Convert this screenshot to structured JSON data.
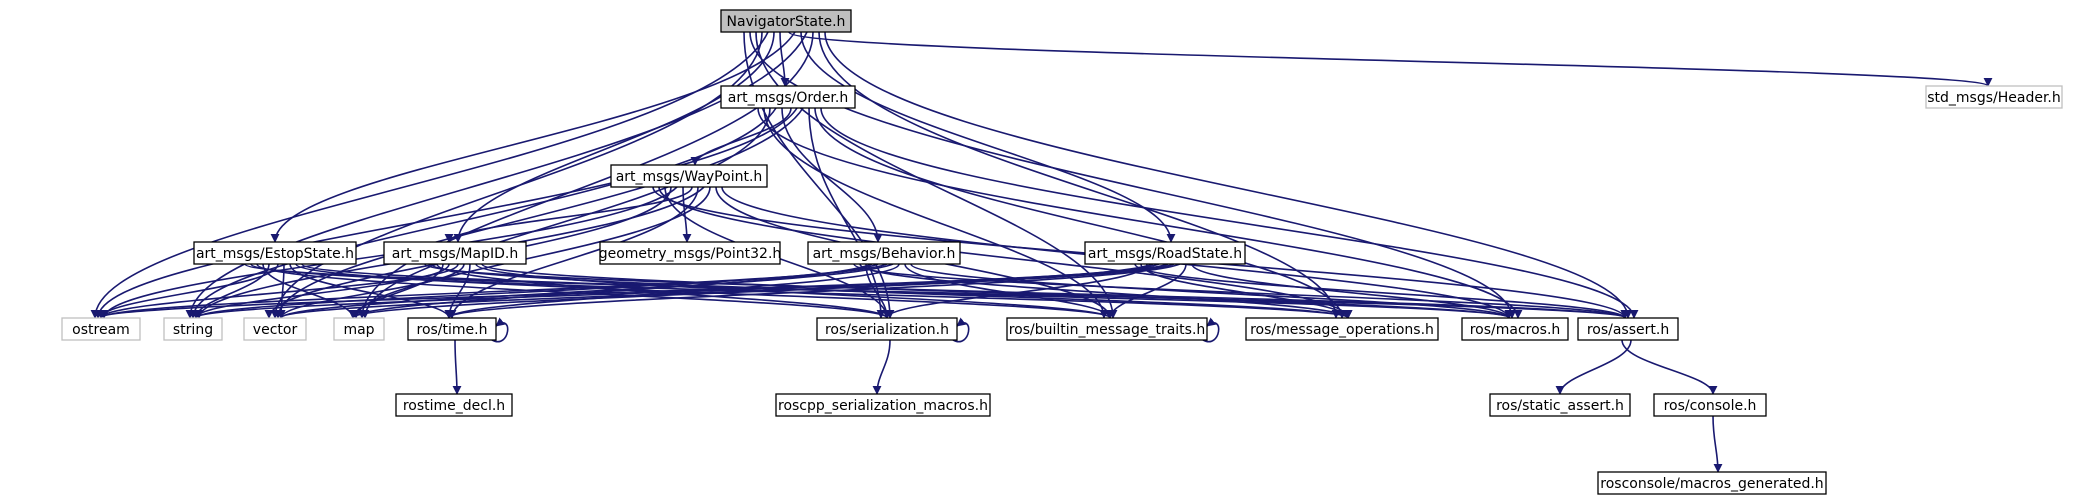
{
  "colors": {
    "edge": "#191970",
    "node_border": "#000000",
    "external_border": "#bfbfbf",
    "root_fill": "#bfbfbf",
    "node_fill": "#ffffff"
  },
  "nodes": [
    {
      "id": "navigatorstate",
      "label": "NavigatorState.h",
      "kind": "root"
    },
    {
      "id": "std_header",
      "label": "std_msgs/Header.h",
      "kind": "external"
    },
    {
      "id": "order",
      "label": "art_msgs/Order.h",
      "kind": "local"
    },
    {
      "id": "waypoint",
      "label": "art_msgs/WayPoint.h",
      "kind": "local"
    },
    {
      "id": "estopstate",
      "label": "art_msgs/EstopState.h",
      "kind": "local"
    },
    {
      "id": "mapid",
      "label": "art_msgs/MapID.h",
      "kind": "local"
    },
    {
      "id": "point32",
      "label": "geometry_msgs/Point32.h",
      "kind": "local"
    },
    {
      "id": "behavior",
      "label": "art_msgs/Behavior.h",
      "kind": "local"
    },
    {
      "id": "roadstate",
      "label": "art_msgs/RoadState.h",
      "kind": "local"
    },
    {
      "id": "ostream",
      "label": "ostream",
      "kind": "external"
    },
    {
      "id": "string",
      "label": "string",
      "kind": "external"
    },
    {
      "id": "vector",
      "label": "vector",
      "kind": "external"
    },
    {
      "id": "map",
      "label": "map",
      "kind": "external"
    },
    {
      "id": "rostime",
      "label": "ros/time.h",
      "kind": "local"
    },
    {
      "id": "serialization",
      "label": "ros/serialization.h",
      "kind": "local"
    },
    {
      "id": "traits",
      "label": "ros/builtin_message_traits.h",
      "kind": "local"
    },
    {
      "id": "msgops",
      "label": "ros/message_operations.h",
      "kind": "local"
    },
    {
      "id": "macros",
      "label": "ros/macros.h",
      "kind": "local"
    },
    {
      "id": "assert",
      "label": "ros/assert.h",
      "kind": "local"
    },
    {
      "id": "rostime_decl",
      "label": "rostime_decl.h",
      "kind": "local"
    },
    {
      "id": "roscpp_ser",
      "label": "roscpp_serialization_macros.h",
      "kind": "local"
    },
    {
      "id": "static_assert",
      "label": "ros/static_assert.h",
      "kind": "local"
    },
    {
      "id": "console",
      "label": "ros/console.h",
      "kind": "local"
    },
    {
      "id": "macros_generated",
      "label": "rosconsole/macros_generated.h",
      "kind": "local"
    }
  ],
  "edges": [
    [
      "navigatorstate",
      "std_header"
    ],
    [
      "navigatorstate",
      "order"
    ],
    [
      "navigatorstate",
      "estopstate"
    ],
    [
      "navigatorstate",
      "mapid"
    ],
    [
      "navigatorstate",
      "roadstate"
    ],
    [
      "navigatorstate",
      "ostream"
    ],
    [
      "navigatorstate",
      "string"
    ],
    [
      "navigatorstate",
      "vector"
    ],
    [
      "navigatorstate",
      "map"
    ],
    [
      "navigatorstate",
      "traits"
    ],
    [
      "navigatorstate",
      "msgops"
    ],
    [
      "navigatorstate",
      "macros"
    ],
    [
      "navigatorstate",
      "assert"
    ],
    [
      "navigatorstate",
      "serialization"
    ],
    [
      "order",
      "waypoint"
    ],
    [
      "order",
      "behavior"
    ],
    [
      "order",
      "ostream"
    ],
    [
      "order",
      "string"
    ],
    [
      "order",
      "vector"
    ],
    [
      "order",
      "map"
    ],
    [
      "order",
      "serialization"
    ],
    [
      "order",
      "traits"
    ],
    [
      "order",
      "msgops"
    ],
    [
      "order",
      "macros"
    ],
    [
      "order",
      "assert"
    ],
    [
      "waypoint",
      "mapid"
    ],
    [
      "waypoint",
      "point32"
    ],
    [
      "waypoint",
      "rostime"
    ],
    [
      "waypoint",
      "ostream"
    ],
    [
      "waypoint",
      "string"
    ],
    [
      "waypoint",
      "vector"
    ],
    [
      "waypoint",
      "map"
    ],
    [
      "waypoint",
      "serialization"
    ],
    [
      "waypoint",
      "traits"
    ],
    [
      "waypoint",
      "msgops"
    ],
    [
      "waypoint",
      "macros"
    ],
    [
      "waypoint",
      "assert"
    ],
    [
      "estopstate",
      "ostream"
    ],
    [
      "estopstate",
      "string"
    ],
    [
      "estopstate",
      "vector"
    ],
    [
      "estopstate",
      "map"
    ],
    [
      "estopstate",
      "rostime"
    ],
    [
      "estopstate",
      "serialization"
    ],
    [
      "estopstate",
      "traits"
    ],
    [
      "estopstate",
      "msgops"
    ],
    [
      "estopstate",
      "macros"
    ],
    [
      "estopstate",
      "assert"
    ],
    [
      "mapid",
      "ostream"
    ],
    [
      "mapid",
      "string"
    ],
    [
      "mapid",
      "vector"
    ],
    [
      "mapid",
      "map"
    ],
    [
      "mapid",
      "rostime"
    ],
    [
      "mapid",
      "serialization"
    ],
    [
      "mapid",
      "traits"
    ],
    [
      "mapid",
      "msgops"
    ],
    [
      "mapid",
      "macros"
    ],
    [
      "mapid",
      "assert"
    ],
    [
      "behavior",
      "ostream"
    ],
    [
      "behavior",
      "string"
    ],
    [
      "behavior",
      "vector"
    ],
    [
      "behavior",
      "map"
    ],
    [
      "behavior",
      "rostime"
    ],
    [
      "behavior",
      "serialization"
    ],
    [
      "behavior",
      "traits"
    ],
    [
      "behavior",
      "msgops"
    ],
    [
      "behavior",
      "macros"
    ],
    [
      "behavior",
      "assert"
    ],
    [
      "roadstate",
      "ostream"
    ],
    [
      "roadstate",
      "string"
    ],
    [
      "roadstate",
      "vector"
    ],
    [
      "roadstate",
      "map"
    ],
    [
      "roadstate",
      "rostime"
    ],
    [
      "roadstate",
      "serialization"
    ],
    [
      "roadstate",
      "traits"
    ],
    [
      "roadstate",
      "msgops"
    ],
    [
      "roadstate",
      "macros"
    ],
    [
      "roadstate",
      "assert"
    ],
    [
      "rostime",
      "rostime"
    ],
    [
      "rostime",
      "rostime_decl"
    ],
    [
      "serialization",
      "serialization"
    ],
    [
      "serialization",
      "roscpp_ser"
    ],
    [
      "traits",
      "traits"
    ],
    [
      "assert",
      "static_assert"
    ],
    [
      "assert",
      "console"
    ],
    [
      "console",
      "macros_generated"
    ]
  ]
}
